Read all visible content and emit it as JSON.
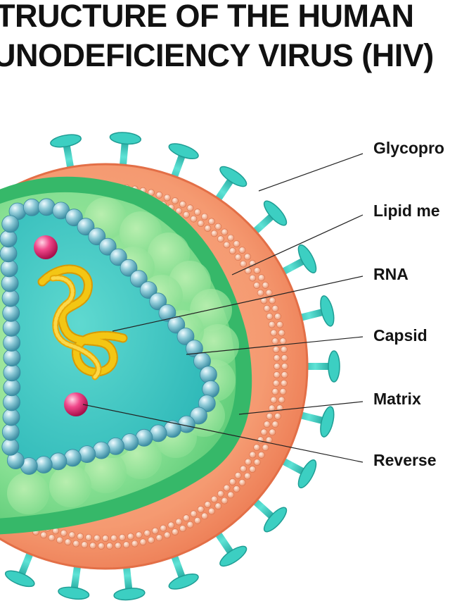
{
  "title": {
    "line1": "TRUCTURE OF THE HUMAN",
    "line2": "UNODEFICIENCY VIRUS (HIV)"
  },
  "labels": [
    {
      "id": "glycoprotein",
      "text": "Glycopro"
    },
    {
      "id": "lipid-membrane",
      "text": "Lipid me"
    },
    {
      "id": "rna",
      "text": "RNA"
    },
    {
      "id": "capsid",
      "text": "Capsid"
    },
    {
      "id": "matrix",
      "text": "Matrix"
    },
    {
      "id": "reverse",
      "text": "Reverse"
    }
  ],
  "colors": {
    "envelope": "#f4956e",
    "envelope_dark": "#e9704c",
    "lipid_bead": "#f7c4a6",
    "spike": "#3fd1c4",
    "matrix": "#3bb86a",
    "inner": "#7fdc8f",
    "capsid_fill": "#3fc6c4",
    "capsid_bead": "#5fb3c2",
    "rna": "#f2c012",
    "enzyme": "#e5286e"
  }
}
